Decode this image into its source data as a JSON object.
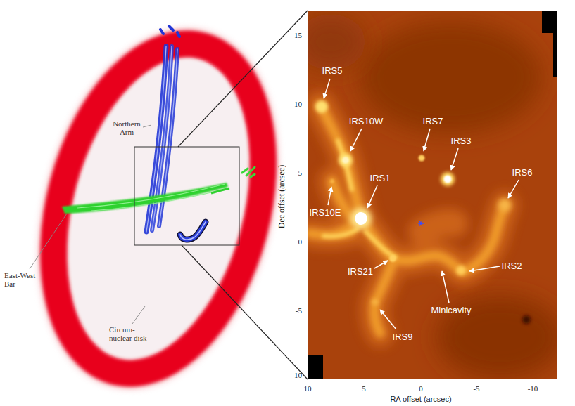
{
  "diagram": {
    "labels": [
      "Northern Arm",
      "East-West Bar",
      "Circum- nuclear disk",
      "IRS5",
      "IRS10W",
      "IRS7",
      "IRS3",
      "IRS6",
      "IRS10E",
      "IRS1",
      "IRS21",
      "IRS2",
      "Minicavity",
      "IRS9",
      "15",
      "10",
      "5",
      "0",
      "-5",
      "-10",
      "10",
      "5",
      "0",
      "-5",
      "-10",
      "Dec offset (arcsec)",
      "RA offset (arcsec)"
    ]
  }
}
